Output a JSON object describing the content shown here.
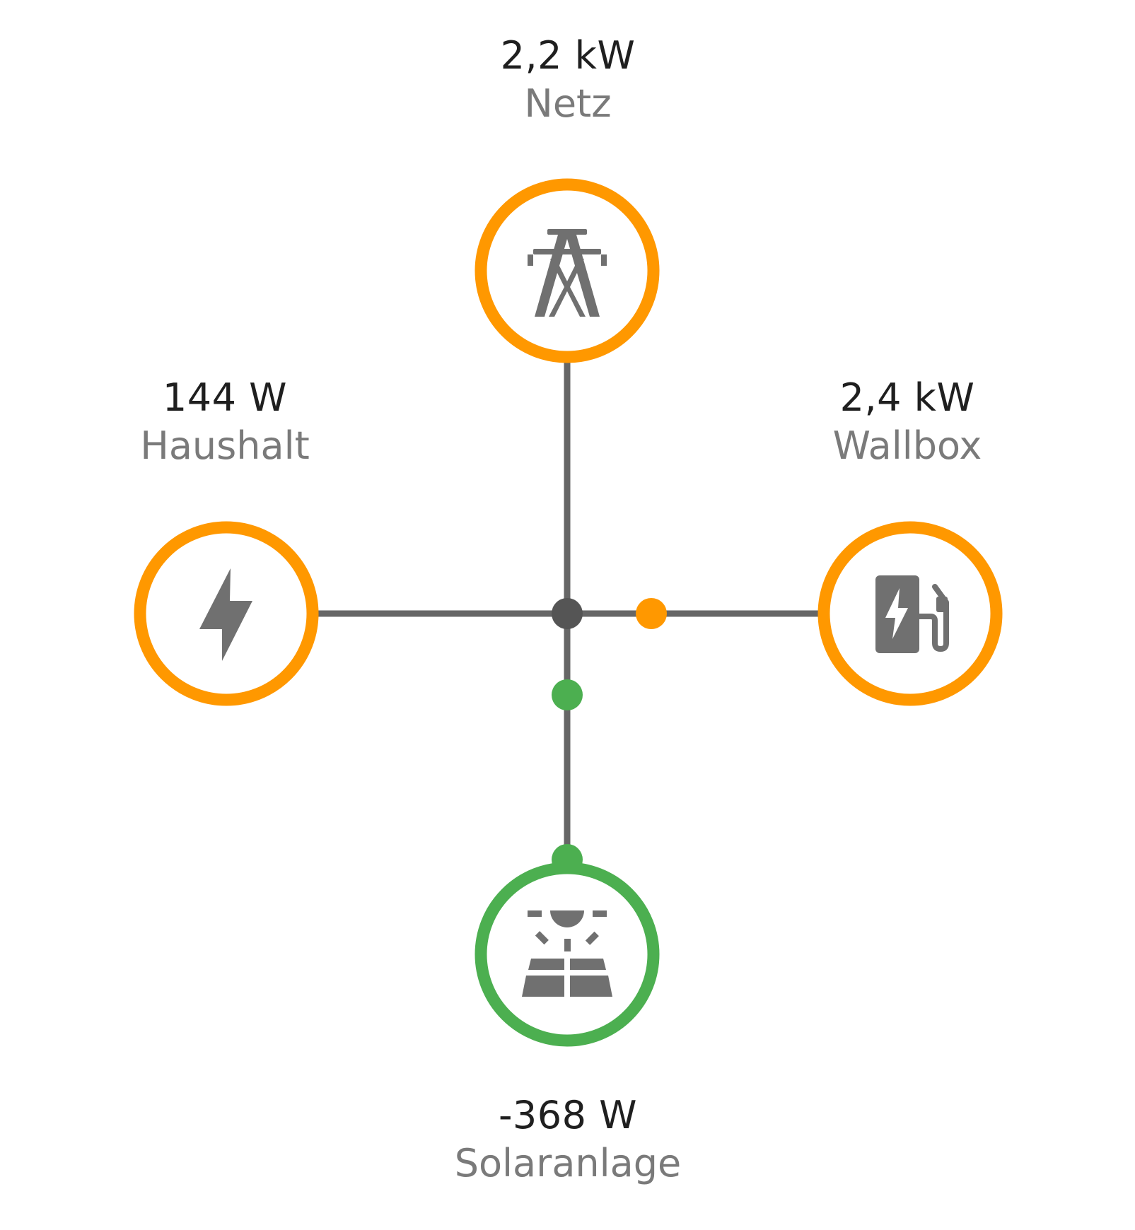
{
  "nodes": {
    "grid": {
      "value": "2,2 kW",
      "name": "Netz",
      "icon": "power-pylon-icon",
      "ring_color": "#FF9800"
    },
    "household": {
      "value": "144 W",
      "name": "Haushalt",
      "icon": "lightning-bolt-icon",
      "ring_color": "#FF9800"
    },
    "wallbox": {
      "value": "2,4 kW",
      "name": "Wallbox",
      "icon": "ev-charger-icon",
      "ring_color": "#FF9800"
    },
    "solar": {
      "value": "-368 W",
      "name": "Solaranlage",
      "icon": "solar-panel-icon",
      "ring_color": "#4CAF50"
    }
  },
  "colors": {
    "line": "#666666",
    "hub": "#555555",
    "icon": "#707070",
    "grid_flow": "#FF9800",
    "solar_flow": "#4CAF50"
  }
}
